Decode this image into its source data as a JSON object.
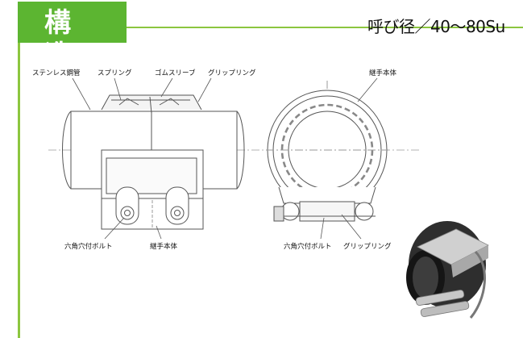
{
  "header": {
    "title": "構造",
    "nominal_diameter": "呼び径／40〜80Su"
  },
  "side_view_labels": {
    "stainless_pipe": "ステンレス鋼管",
    "spring": "スプリング",
    "rubber_sleeve": "ゴムスリーブ",
    "grip_ring": "グリップリング",
    "hex_bolt": "六角穴付ボルト",
    "joint_body": "継手本体"
  },
  "front_view_labels": {
    "joint_body": "継手本体",
    "hex_bolt": "六角穴付ボルト",
    "grip_ring": "グリップリング"
  },
  "colors": {
    "accent_green": "#5cb531",
    "frame_green": "#8cc63f"
  }
}
